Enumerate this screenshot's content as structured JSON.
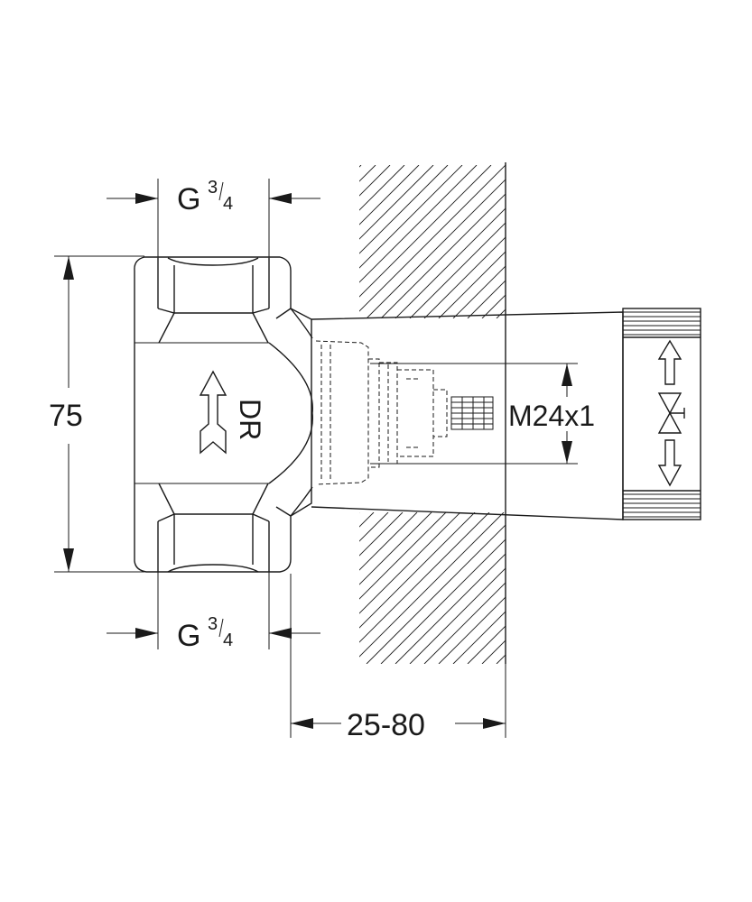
{
  "dimensions": {
    "inlet_thread": {
      "letter": "G",
      "num": "3",
      "den": "4"
    },
    "outlet_thread": {
      "letter": "G",
      "num": "3",
      "den": "4"
    },
    "height": "75",
    "wall_range": "25-80",
    "spindle_thread": "M24x1"
  },
  "flow_marking": "DR"
}
